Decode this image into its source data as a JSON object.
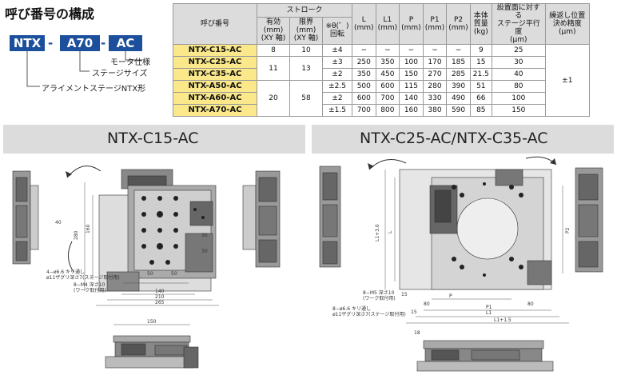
{
  "page_title": "呼び番号の構成",
  "naming": {
    "code_parts": [
      "NTX",
      "A70",
      "AC"
    ],
    "separator": "-",
    "labels": [
      "モータ仕様",
      "ステージサイズ",
      "アライメントステージNTX形"
    ]
  },
  "table": {
    "headers": {
      "model": "呼び番号",
      "stroke": "ストローク",
      "effective": "有効 (mm)\n(XY 軸)",
      "limit": "限界 (mm)\n(XY 軸)",
      "theta": "※θ(゜)\n回転",
      "L": "L\n(mm)",
      "L1": "L1\n(mm)",
      "P": "P\n(mm)",
      "P1": "P1\n(mm)",
      "P2": "P2\n(mm)",
      "mass": "本体\n質量\n(kg)",
      "parallel": "設置面に対する\nステージ平行度\n(μm)",
      "repeat": "繰返し位置\n決め精度\n(μm)"
    },
    "rows": [
      {
        "model": "NTX-C15-AC",
        "theta": "±4",
        "L": "−",
        "L1": "−",
        "P": "−",
        "P1": "−",
        "P2": "−",
        "mass": "9",
        "parallel": "25"
      },
      {
        "model": "NTX-C25-AC",
        "theta": "±3",
        "L": "250",
        "L1": "350",
        "P": "100",
        "P1": "170",
        "P2": "185",
        "mass": "15",
        "parallel": "30"
      },
      {
        "model": "NTX-C35-AC",
        "theta": "±2",
        "L": "350",
        "L1": "450",
        "P": "150",
        "P1": "270",
        "P2": "285",
        "mass": "21.5",
        "parallel": "40"
      },
      {
        "model": "NTX-A50-AC",
        "theta": "±2.5",
        "L": "500",
        "L1": "600",
        "P": "115",
        "P1": "280",
        "P2": "390",
        "mass": "51",
        "parallel": "80"
      },
      {
        "model": "NTX-A60-AC",
        "theta": "±2",
        "L": "600",
        "L1": "700",
        "P": "140",
        "P1": "330",
        "P2": "490",
        "mass": "66",
        "parallel": "100"
      },
      {
        "model": "NTX-A70-AC",
        "theta": "±1.5",
        "L": "700",
        "L1": "800",
        "P": "160",
        "P1": "380",
        "P2": "590",
        "mass": "85",
        "parallel": "150"
      }
    ],
    "group_values": {
      "g1_eff": "8",
      "g1_lim": "10",
      "g2_eff": "11",
      "g2_lim": "13",
      "g3_eff": "20",
      "g3_lim": "58",
      "repeat": "±1"
    }
  },
  "section_left": {
    "title": "NTX-C15-AC",
    "dims": [
      "280",
      "160",
      "140",
      "210",
      "265",
      "50",
      "50",
      "30",
      "30",
      "40",
      "150"
    ],
    "notes": [
      "4−ø6.6 キリ通し",
      "ø11ザグリ深さ7(ステージ取付用)",
      "8−M4 深さ10",
      "(ワーク取付用)"
    ]
  },
  "section_right": {
    "title": "NTX-C25-AC/NTX-C35-AC",
    "dims": [
      "L1+3.0",
      "L1+1.5",
      "L1",
      "L",
      "P",
      "P1",
      "P2",
      "80",
      "80",
      "15",
      "15",
      "18"
    ],
    "notes": [
      "8−M5 深さ10",
      "(ワーク取付用)",
      "8−ø6.6 キリ通し",
      "ø11ザグリ深さ7(ステージ取付用)"
    ]
  }
}
